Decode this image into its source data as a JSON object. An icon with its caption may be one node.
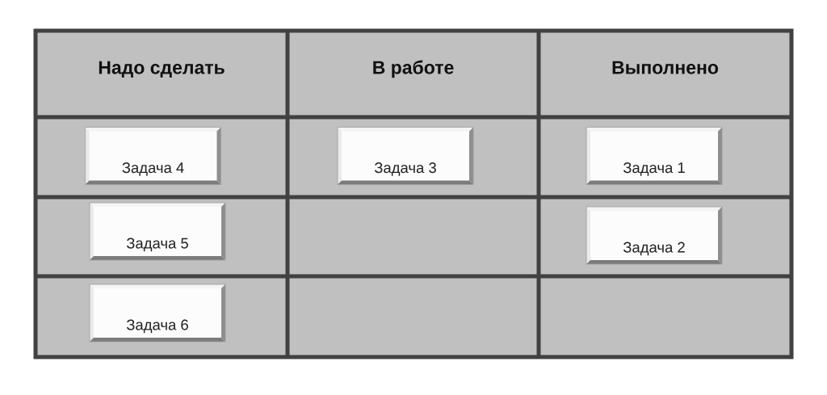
{
  "diagram": {
    "nodes": [
      {
        "text": [
          "Надо сделать"
        ]
      },
      {
        "text": [
          "В работе"
        ]
      },
      {
        "text": [
          "Выполнено"
        ]
      },
      {
        "text": [],
        "shape": "box"
      },
      {
        "text": [
          "Задача 4"
        ],
        "in": 3
      },
      {
        "text": [],
        "shape": "box"
      },
      {
        "text": [
          "Задача 3"
        ],
        "in": 5
      },
      {
        "text": [],
        "shape": "box"
      },
      {
        "text": [
          "Задача 1"
        ],
        "in": 7
      },
      {
        "text": [],
        "shape": "box"
      },
      {
        "text": [
          "Задача 5"
        ],
        "in": 9
      },
      {
        "text": [],
        "shape": "box"
      },
      {
        "text": [],
        "shape": "box"
      },
      {
        "text": [
          "Задача 2"
        ],
        "in": 12
      },
      {
        "text": [],
        "shape": "box"
      },
      {
        "text": [
          "Задача 6"
        ],
        "in": 14
      },
      {
        "text": [],
        "shape": "box"
      },
      {
        "text": [],
        "shape": "box"
      }
    ]
  }
}
